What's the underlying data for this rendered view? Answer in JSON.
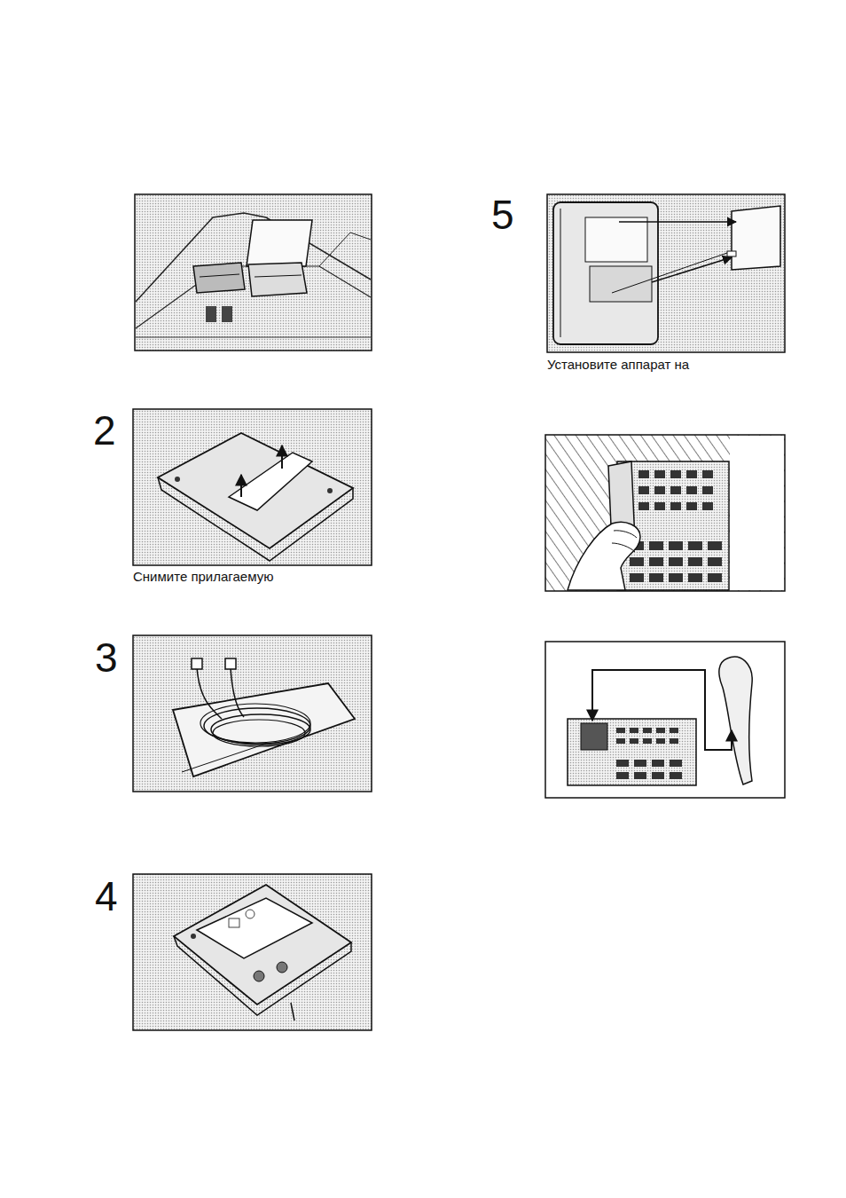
{
  "diagram": {
    "labels": [
      "2",
      "Снимите прилагаемую",
      "3",
      "4",
      "5",
      "Установите аппарат на"
    ]
  }
}
